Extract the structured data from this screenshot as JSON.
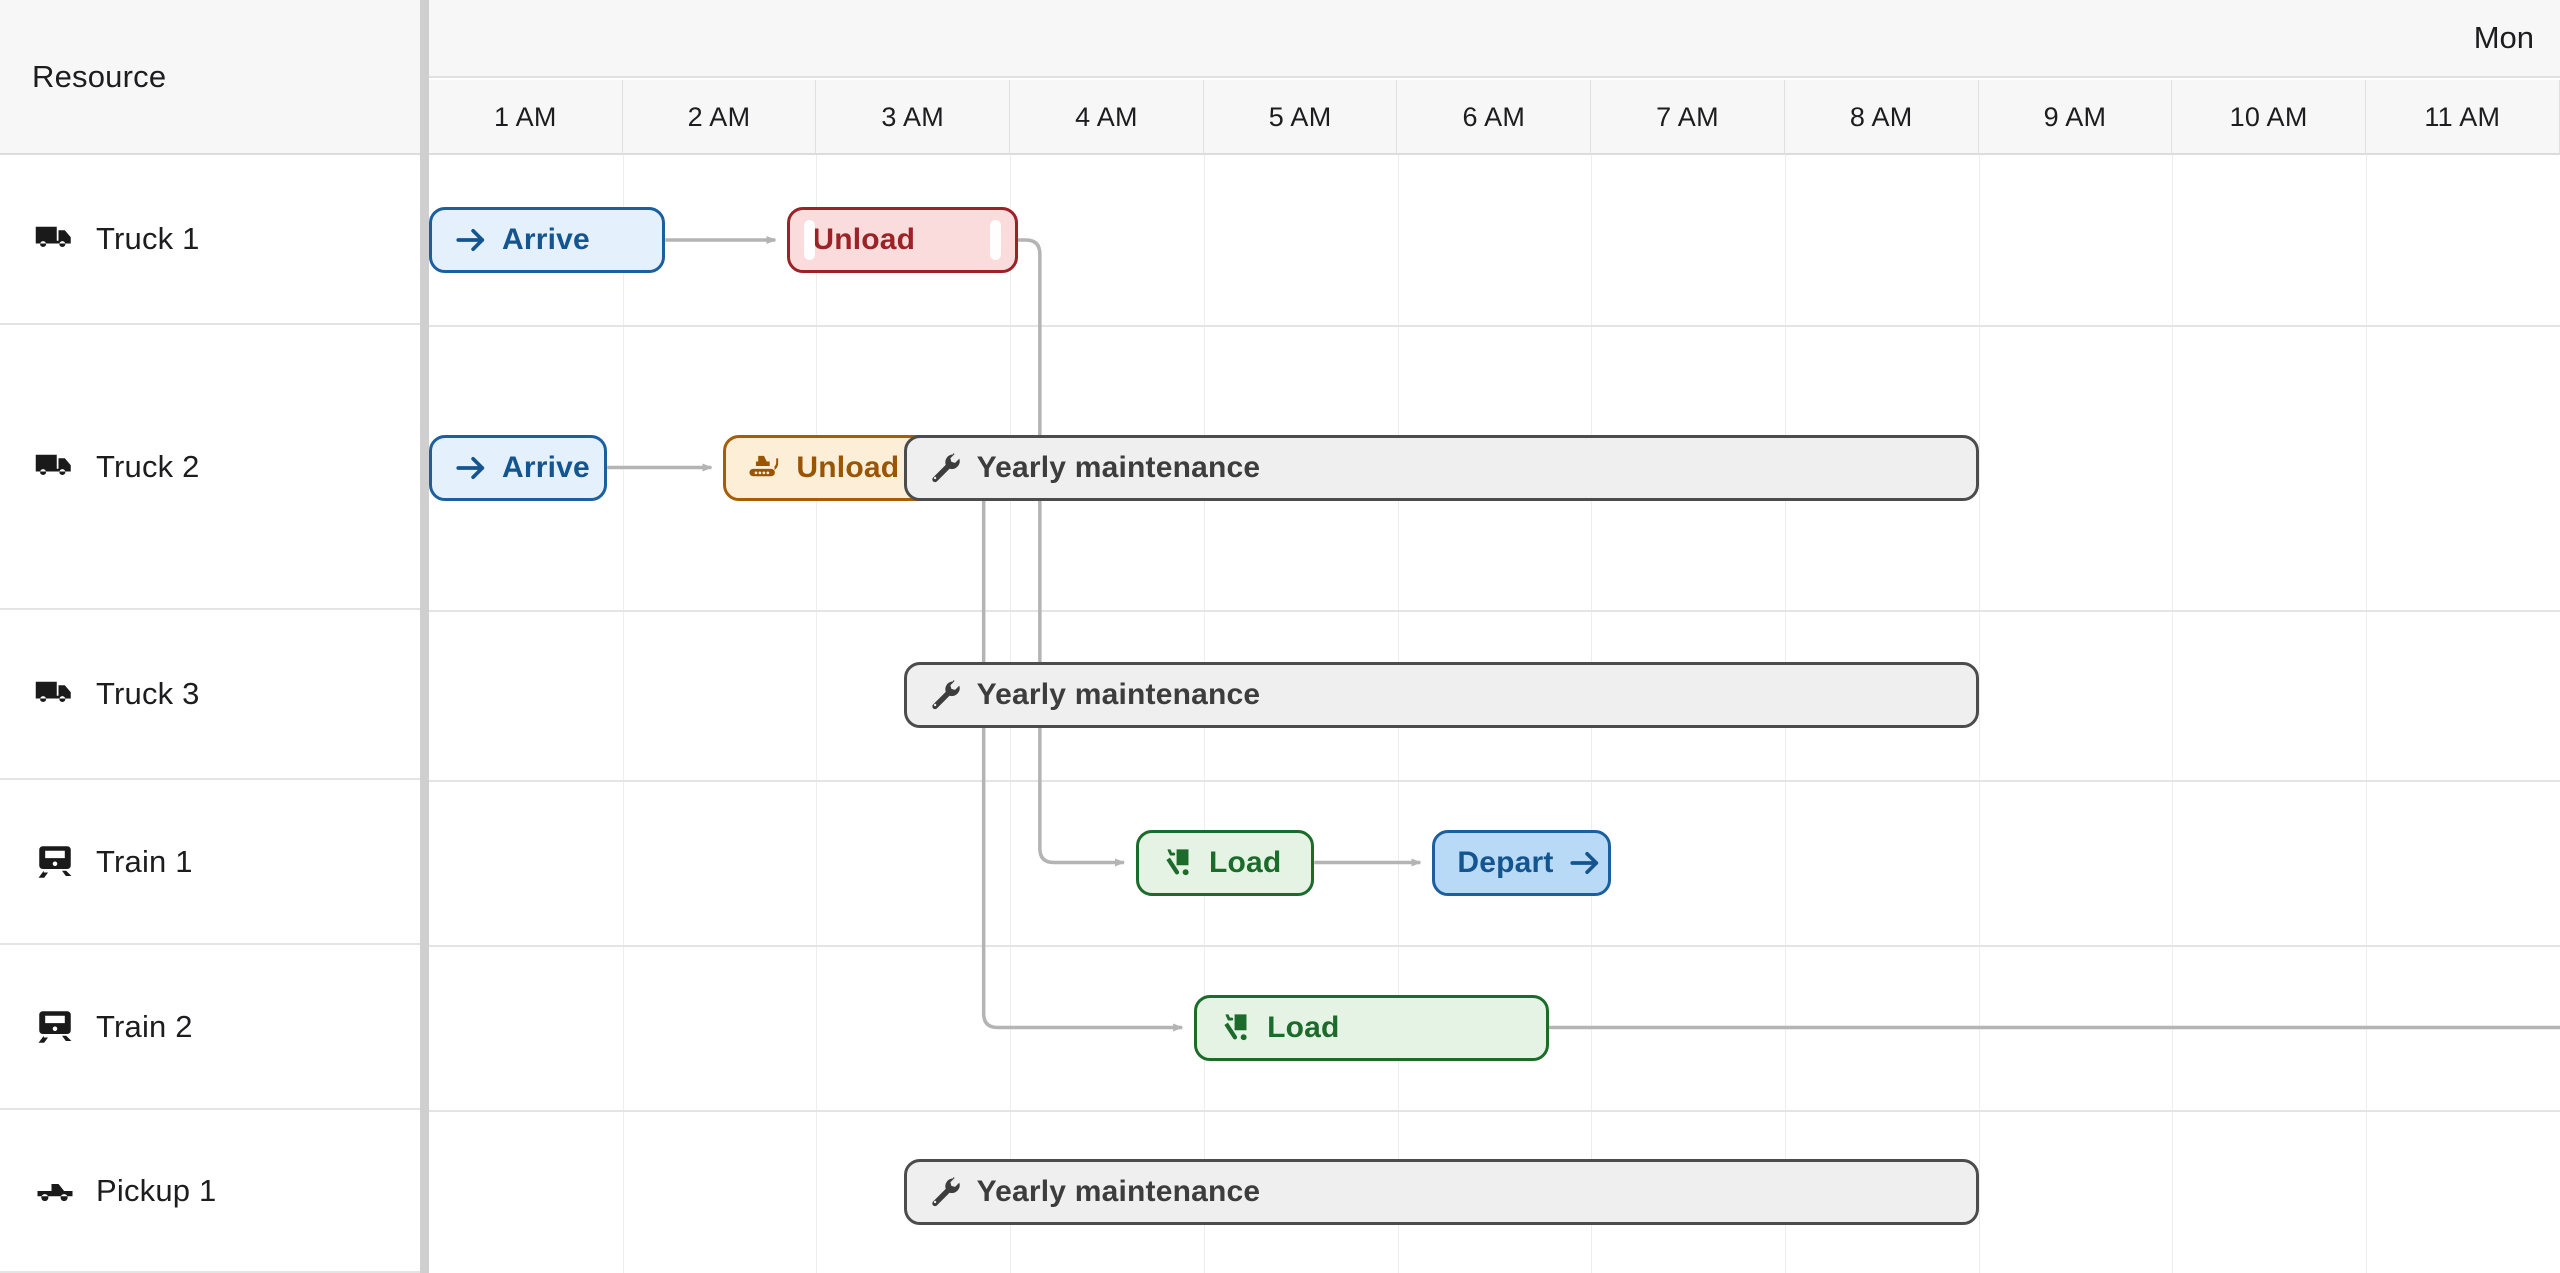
{
  "resource_header": {
    "title": "Resource"
  },
  "timeline_header": {
    "day_label": "Mon",
    "hours": [
      "1 AM",
      "2 AM",
      "3 AM",
      "4 AM",
      "5 AM",
      "6 AM",
      "7 AM",
      "8 AM",
      "9 AM",
      "10 AM",
      "11 AM"
    ]
  },
  "resources": [
    {
      "label": "Truck 1",
      "icon": "truck-icon"
    },
    {
      "label": "Truck 2",
      "icon": "truck-icon"
    },
    {
      "label": "Truck 3",
      "icon": "truck-icon"
    },
    {
      "label": "Train 1",
      "icon": "train-icon"
    },
    {
      "label": "Train 2",
      "icon": "train-icon"
    },
    {
      "label": "Pickup 1",
      "icon": "pickup-truck-icon"
    }
  ],
  "tasks": [
    {
      "id": "t1-arrive",
      "resource": "Truck 1",
      "label": "Arrive",
      "icon": "arrow-right-icon",
      "style": "blue-light",
      "start_hour": 1.0,
      "end_hour": 2.22
    },
    {
      "id": "t1-unload",
      "resource": "Truck 1",
      "label": "Unload",
      "icon": "none",
      "style": "red",
      "start_hour": 2.85,
      "end_hour": 4.04,
      "selected": true
    },
    {
      "id": "t2-arrive",
      "resource": "Truck 2",
      "label": "Arrive",
      "icon": "arrow-right-icon",
      "style": "blue-light",
      "start_hour": 1.0,
      "end_hour": 1.92
    },
    {
      "id": "t2-unload",
      "resource": "Truck 2",
      "label": "Unload",
      "icon": "bulldozer-icon",
      "style": "orange",
      "start_hour": 2.52,
      "end_hour": 3.75
    },
    {
      "id": "t2-maint",
      "resource": "Truck 2",
      "label": "Yearly maintenance",
      "icon": "wrench-icon",
      "style": "gray",
      "start_hour": 3.45,
      "end_hour": 9.0
    },
    {
      "id": "t3-maint",
      "resource": "Truck 3",
      "label": "Yearly maintenance",
      "icon": "wrench-icon",
      "style": "gray",
      "start_hour": 3.45,
      "end_hour": 9.0
    },
    {
      "id": "tr1-load",
      "resource": "Train 1",
      "label": "Load",
      "icon": "dolly-icon",
      "style": "green",
      "start_hour": 4.65,
      "end_hour": 5.57
    },
    {
      "id": "tr1-depart",
      "resource": "Train 1",
      "label": "Depart",
      "icon": "arrow-right-icon",
      "style": "blue-solid",
      "start_hour": 6.18,
      "end_hour": 7.1,
      "icon_after": true
    },
    {
      "id": "tr2-load",
      "resource": "Train 2",
      "label": "Load",
      "icon": "dolly-icon",
      "style": "green",
      "start_hour": 4.95,
      "end_hour": 6.78
    },
    {
      "id": "p1-maint",
      "resource": "Pickup 1",
      "label": "Yearly maintenance",
      "icon": "wrench-icon",
      "style": "gray",
      "start_hour": 3.45,
      "end_hour": 9.0
    }
  ],
  "dependencies": [
    {
      "from": "t1-arrive",
      "to": "t1-unload"
    },
    {
      "from": "t2-arrive",
      "to": "t2-unload"
    },
    {
      "from": "t1-unload",
      "to": "tr1-load"
    },
    {
      "from": "t2-unload",
      "to": "tr2-load"
    },
    {
      "from": "tr1-load",
      "to": "tr1-depart"
    }
  ],
  "colors": {
    "accent_blue": "#1c5f9e",
    "selected_red": "#9b2226",
    "unload_orange": "#a75d06",
    "load_green": "#1d6b2b",
    "maintenance_gray": "#4c4c4c",
    "grid_line": "#ededed",
    "link_line": "#b4b4b4",
    "header_bg": "#f7f7f7"
  }
}
